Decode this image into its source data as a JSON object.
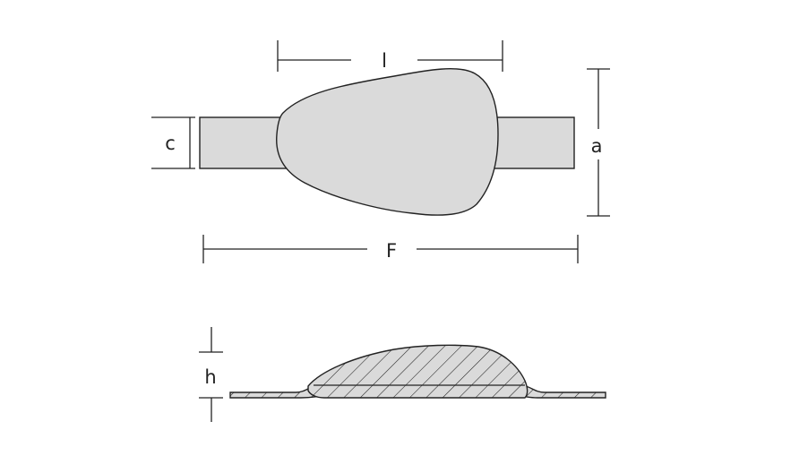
{
  "labels": {
    "length": "l",
    "bar_width": "c",
    "width": "a",
    "total_length": "F",
    "height": "h"
  },
  "colors": {
    "fill": "#dadada",
    "stroke": "#222222",
    "background": "#ffffff"
  }
}
